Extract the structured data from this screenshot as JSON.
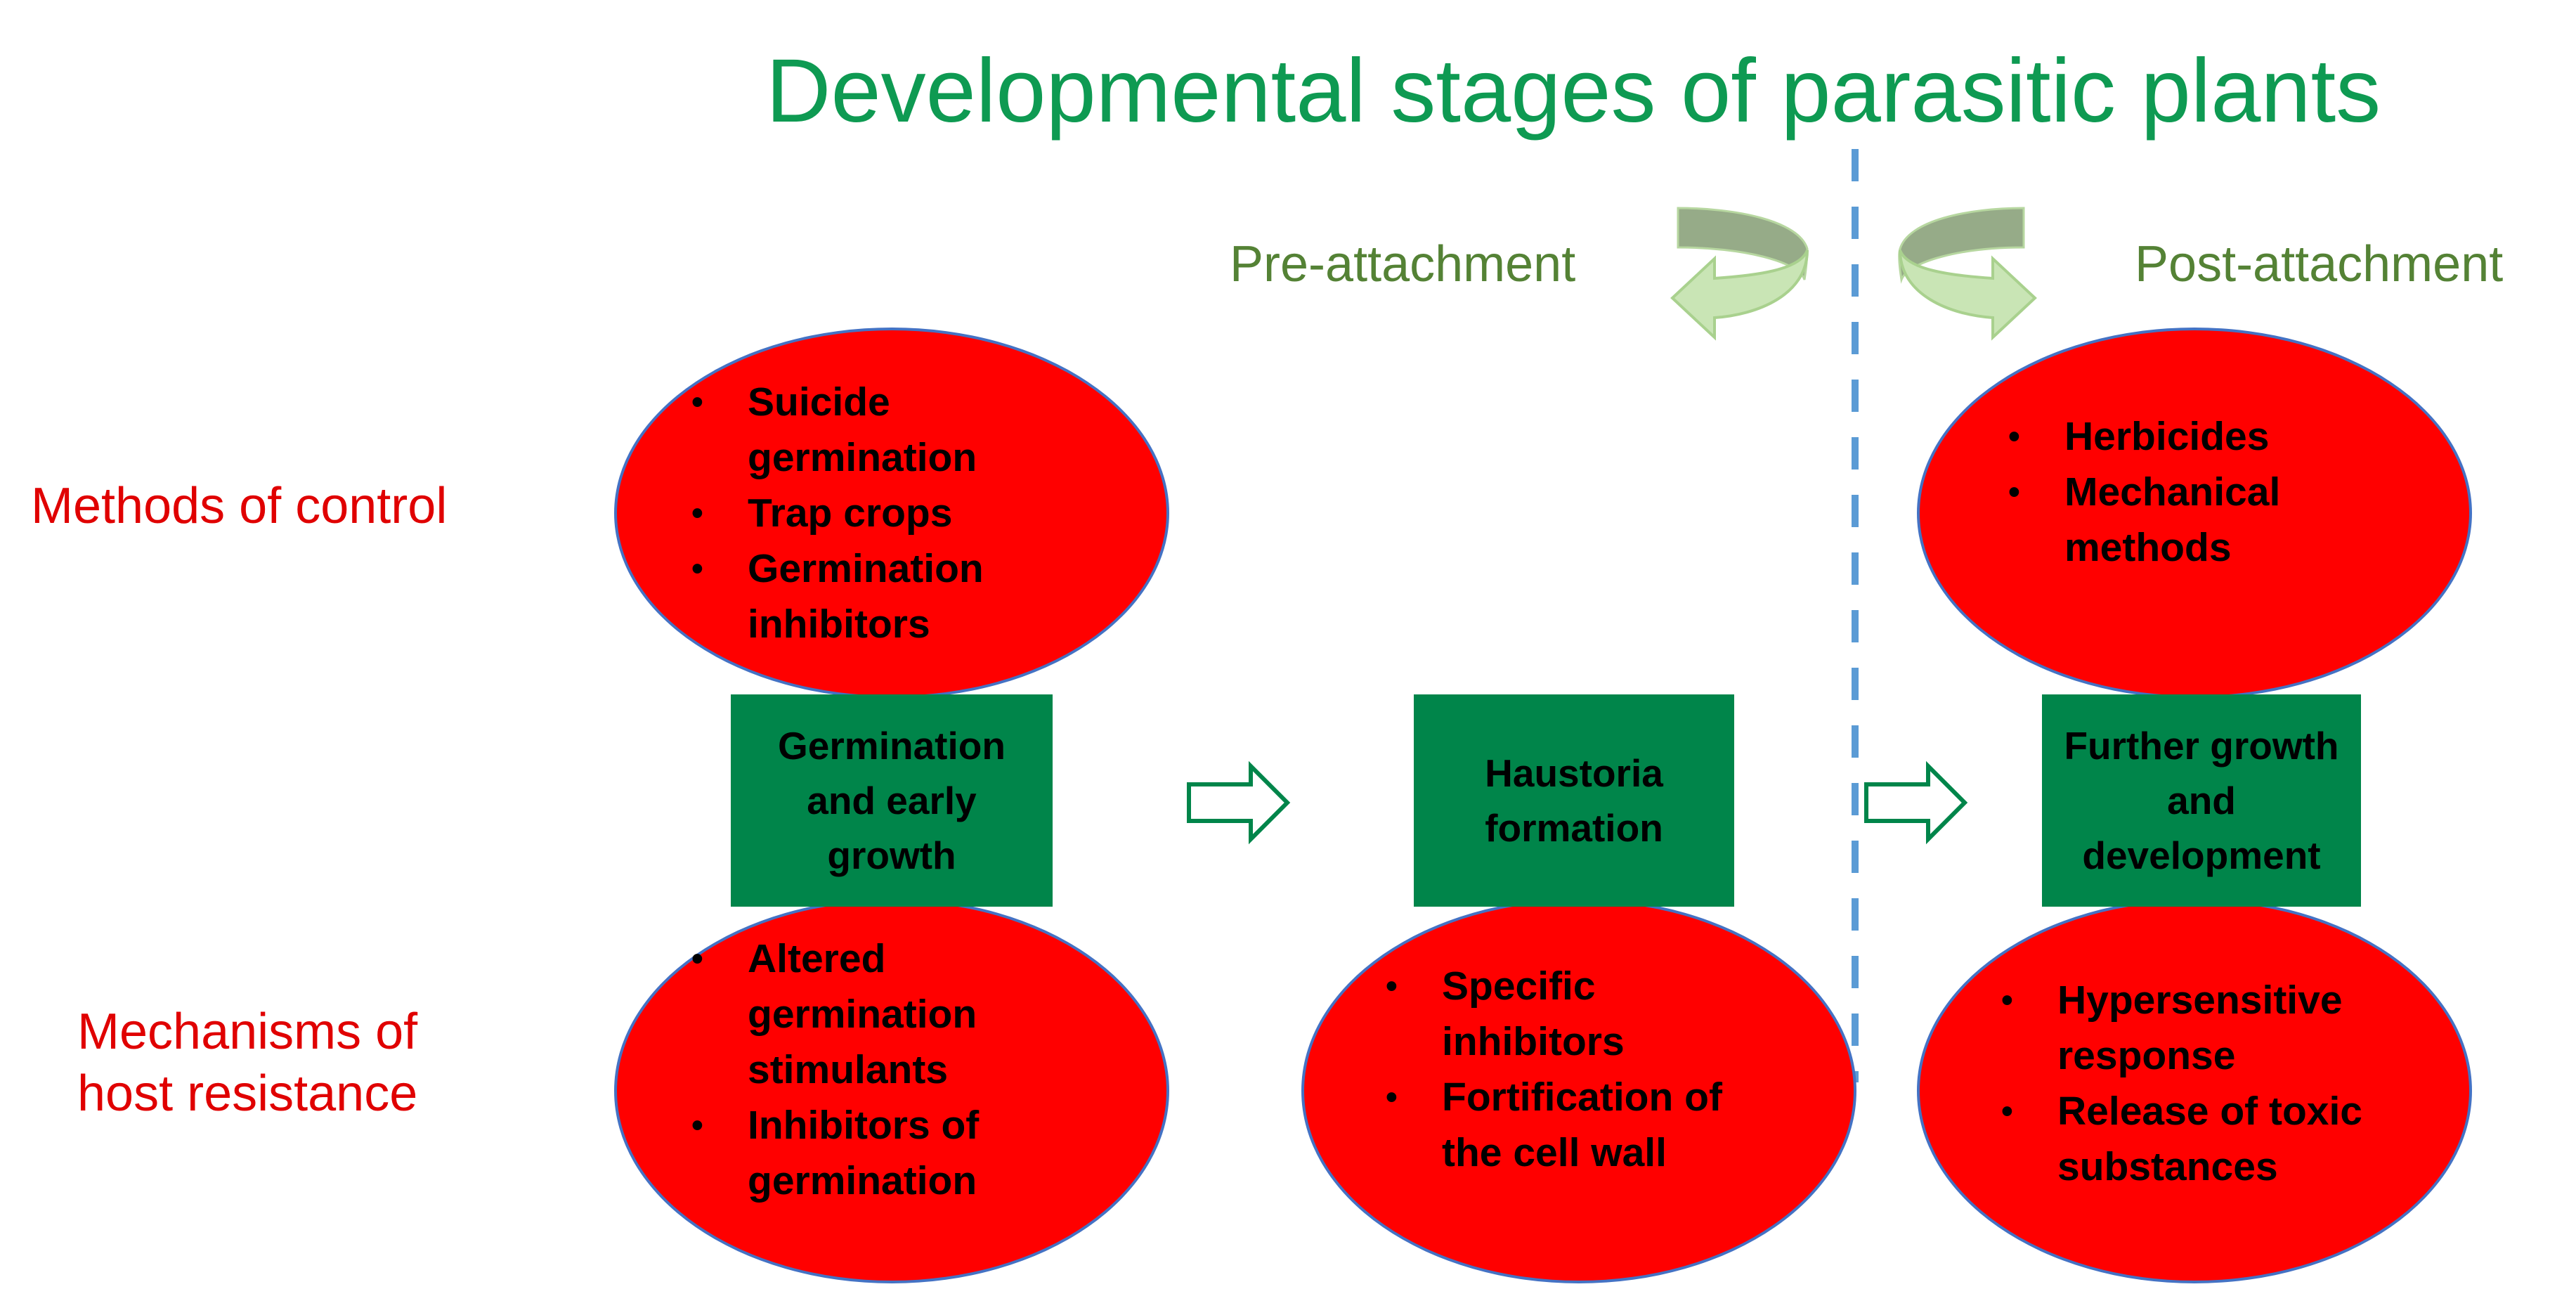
{
  "title": "Developmental stages  of parasitic plants",
  "phases": {
    "pre": "Pre-attachment",
    "post": "Post-attachment"
  },
  "row_labels": {
    "control": "Methods of control",
    "resistance_line1": "Mechanisms of",
    "resistance_line2": "host resistance"
  },
  "stages": [
    {
      "label": "Germination and early growth"
    },
    {
      "label": "Haustoria formation"
    },
    {
      "label": "Further growth and development"
    }
  ],
  "control_methods": {
    "pre_attachment": [
      "Suicide germination",
      "Trap crops",
      "Germination inhibitors"
    ],
    "post_attachment": [
      "Herbicides",
      "Mechanical methods"
    ]
  },
  "host_resistance": {
    "germination": [
      "Altered germination stimulants",
      "Inhibitors of germination"
    ],
    "haustoria": [
      "Specific inhibitors",
      "Fortification of the cell wall"
    ],
    "further_growth": [
      "Hypersensitive response",
      "Release of toxic substances"
    ]
  },
  "colors": {
    "title": "#0E9A52",
    "phase_text": "#548235",
    "row_label": "#E00000",
    "ellipse_fill": "#FF0000",
    "ellipse_border": "#4472C4",
    "stage_fill": "#00854A",
    "arrow_outline": "#00854A",
    "divider": "#5B9BD5",
    "curved_arrow_light": "#C9E5B5",
    "curved_arrow_dark": "#96AB88"
  },
  "icons": {
    "stage_arrow": "block-arrow-right-icon",
    "pre_curve": "curved-arrow-left-icon",
    "post_curve": "curved-arrow-right-icon"
  }
}
